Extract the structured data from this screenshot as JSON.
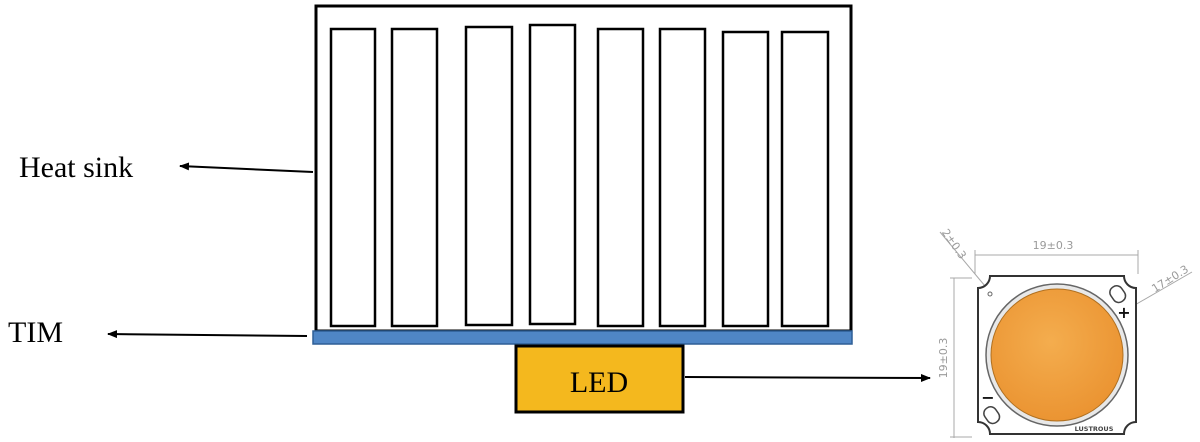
{
  "labels": {
    "heat_sink": "Heat sink",
    "tim": "TIM",
    "led": "LED"
  },
  "cob_drawing": {
    "dim_top": "19±0.3",
    "dim_left": "19±0.3",
    "dim_corner": "2±0.3",
    "dim_diameter": "17±0.3",
    "plus_sign": "+",
    "minus_sign": "−",
    "brand": "LUSTROUS"
  },
  "colors": {
    "tim_fill": "#4f86c6",
    "led_fill": "#f4b81e",
    "phosphor": "#f0a03c",
    "outline": "#000000"
  }
}
